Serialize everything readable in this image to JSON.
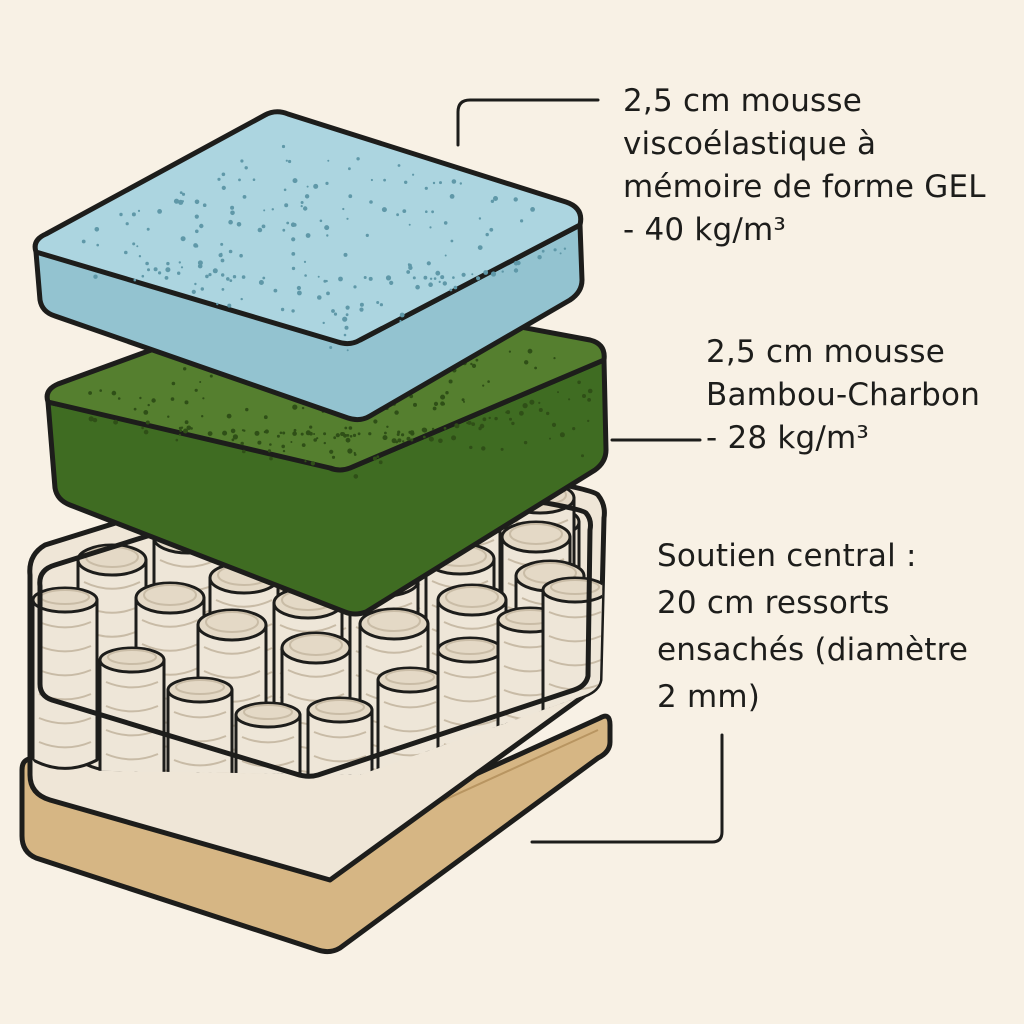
{
  "colors": {
    "background": "#f8f1e5",
    "gel_foam": "#a9d3df",
    "bamboo_foam": "#4f7f2c",
    "springs": "#eee6d8",
    "base": "#d6b684",
    "outline": "#1d1d1b"
  },
  "layers": [
    {
      "id": "gel",
      "lines": [
        "2,5 cm mousse",
        "viscoélastique à",
        "mémoire de forme GEL",
        "- 40 kg/m³"
      ]
    },
    {
      "id": "bamboo",
      "lines": [
        "2,5 cm mousse",
        "Bambou-Charbon",
        "- 28 kg/m³"
      ]
    },
    {
      "id": "springs",
      "lines": [
        "Soutien central :",
        "20 cm ressorts",
        "ensachés (diamètre",
        "2 mm)"
      ]
    }
  ]
}
